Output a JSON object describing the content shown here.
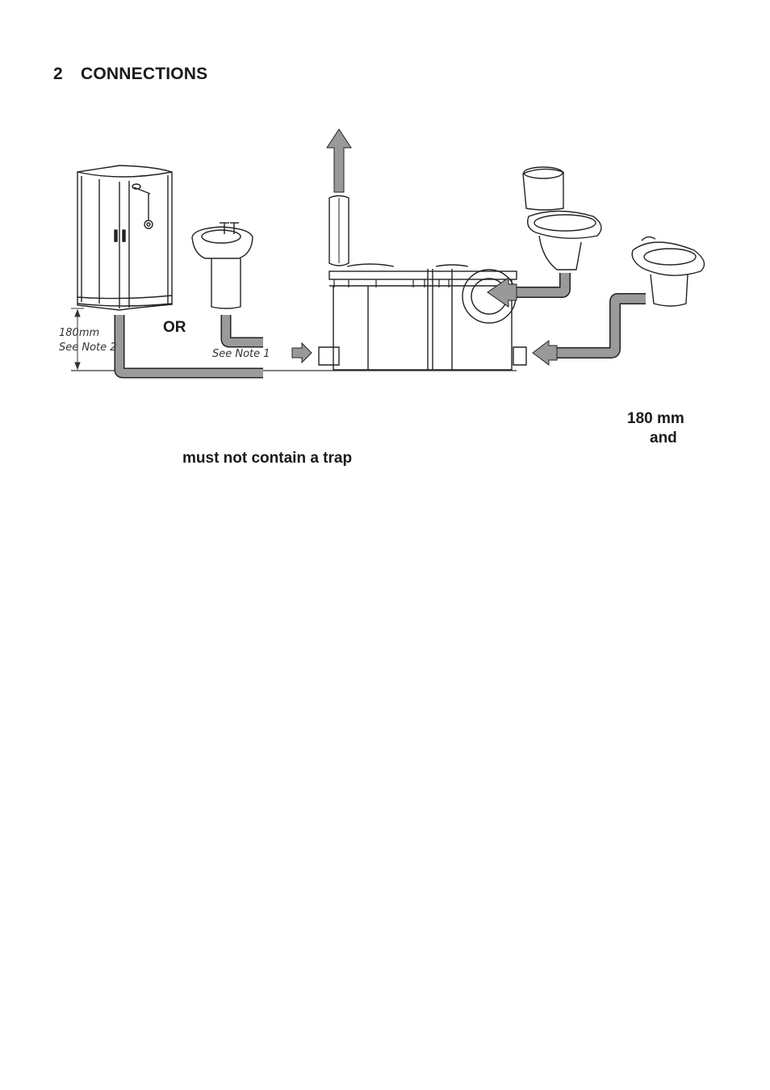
{
  "section": {
    "number": "2",
    "title": "CONNECTIONS"
  },
  "diagram": {
    "shower_note_height": "180mm",
    "shower_note_ref": "See Note 2",
    "or_label": "OR",
    "basin_note_ref": "See Note 1"
  },
  "text_fragments": {
    "line1_end": "180 mm",
    "line2_end": "and",
    "line3": "must not contain a trap"
  }
}
